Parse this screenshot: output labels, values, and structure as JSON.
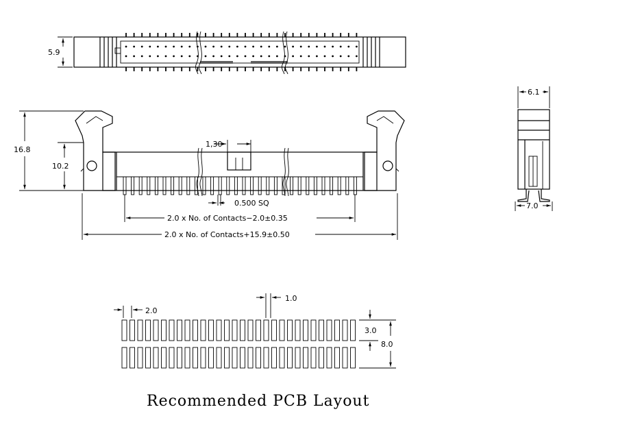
{
  "dimensions": {
    "top_height": "5.9",
    "side_width_top": "6.1",
    "side_width_bottom": "7.0",
    "overall_height": "16.8",
    "body_height": "10.2",
    "key_width": "1,30",
    "pin_square": "0.500 SQ",
    "pin_span": "2.0 x No. of Contacts−2.0±0.35",
    "overall_length": "2.0 x No. of Contacts+15.9±0.50",
    "pcb_pitch": "2.0",
    "pcb_pad_width": "1.0",
    "pcb_pad_length": "3.0",
    "pcb_row_span": "8.0"
  },
  "title": "Recommended PCB Layout"
}
